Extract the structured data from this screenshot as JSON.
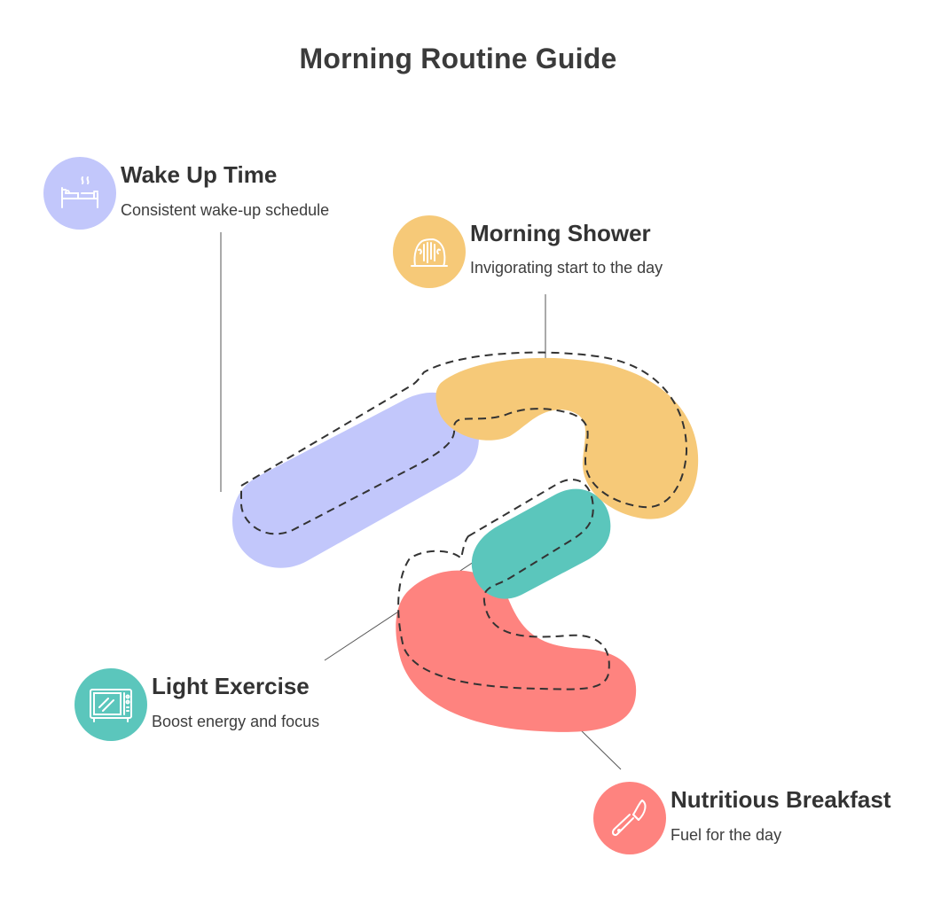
{
  "title": "Morning Routine Guide",
  "colors": {
    "wake_up": "#c2c7fb",
    "shower": "#f6c978",
    "exercise": "#5bc6bc",
    "breakfast": "#fe837f",
    "dashed_outline": "#333333",
    "connector": "#555555"
  },
  "steps": [
    {
      "id": "wake_up",
      "title": "Wake Up Time",
      "description": "Consistent wake-up schedule",
      "icon": "bed-icon"
    },
    {
      "id": "shower",
      "title": "Morning Shower",
      "description": "Invigorating start to the day",
      "icon": "shower-icon"
    },
    {
      "id": "exercise",
      "title": "Light Exercise",
      "description": "Boost energy and focus",
      "icon": "microwave-icon"
    },
    {
      "id": "breakfast",
      "title": "Nutritious Breakfast",
      "description": "Fuel for the day",
      "icon": "knife-icon"
    }
  ]
}
